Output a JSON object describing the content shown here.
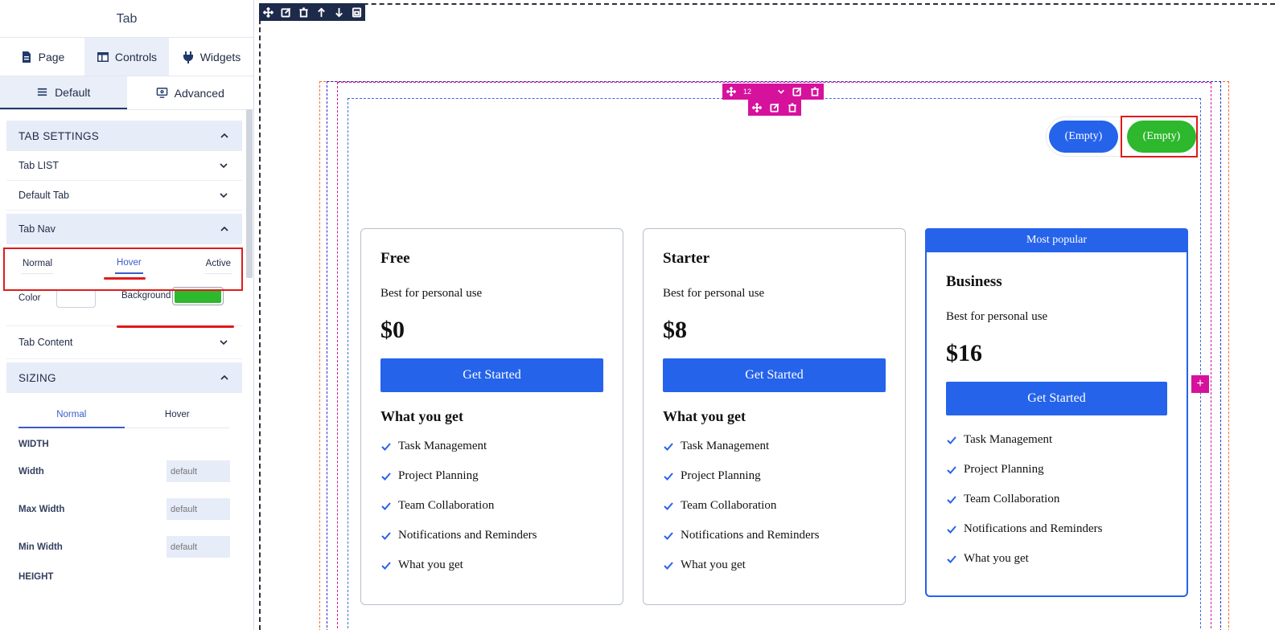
{
  "panel": {
    "title": "Tab",
    "main_tabs": [
      {
        "label": "Page",
        "icon": "document-icon"
      },
      {
        "label": "Controls",
        "icon": "layout-icon"
      },
      {
        "label": "Widgets",
        "icon": "plug-icon"
      }
    ],
    "sub_tabs": [
      {
        "label": "Default",
        "icon": "menu-icon"
      },
      {
        "label": "Advanced",
        "icon": "monitor-icon"
      }
    ],
    "tab_settings": {
      "heading": "TAB SETTINGS",
      "rows": [
        "Tab LIST",
        "Default Tab"
      ],
      "tab_nav": {
        "heading": "Tab Nav",
        "states": [
          "Normal",
          "Hover",
          "Active"
        ],
        "active_state": "Hover",
        "color_label": "Color",
        "color_value": "#ffffff",
        "background_label": "Background",
        "background_value": "#2db82d"
      },
      "tab_content": "Tab Content"
    },
    "sizing": {
      "heading": "SIZING",
      "tabs": [
        "Normal",
        "Hover"
      ],
      "width_heading": "WIDTH",
      "fields": [
        {
          "label": "Width",
          "placeholder": "default"
        },
        {
          "label": "Max Width",
          "placeholder": "default"
        },
        {
          "label": "Min Width",
          "placeholder": "default"
        }
      ],
      "height_heading": "HEIGHT"
    }
  },
  "canvas": {
    "column_select_value": "12",
    "tab_nav": [
      {
        "label": "(Empty)",
        "color": "#2563eb"
      },
      {
        "label": "(Empty)",
        "color": "#2db82d"
      }
    ],
    "plans": [
      {
        "name": "Free",
        "desc": "Best for personal use",
        "price": "$0",
        "cta": "Get Started",
        "section": "What you get",
        "features": [
          "Task Management",
          "Project Planning",
          "Team Collaboration",
          "Notifications and Reminders",
          "What you get"
        ]
      },
      {
        "name": "Starter",
        "desc": "Best for personal use",
        "price": "$8",
        "cta": "Get Started",
        "section": "What you get",
        "features": [
          "Task Management",
          "Project Planning",
          "Team Collaboration",
          "Notifications and Reminders",
          "What you get"
        ]
      },
      {
        "badge": "Most popular",
        "name": "Business",
        "desc": "Best for personal use",
        "price": "$16",
        "cta": "Get Started",
        "features": [
          "Task Management",
          "Project Planning",
          "Team Collaboration",
          "Notifications and Reminders",
          "What you get"
        ]
      }
    ],
    "colors": {
      "primary": "#2563eb",
      "accent_pink": "#d6129c",
      "highlight_red": "#e01b1b",
      "toolbar": "#1e2a4a"
    }
  }
}
